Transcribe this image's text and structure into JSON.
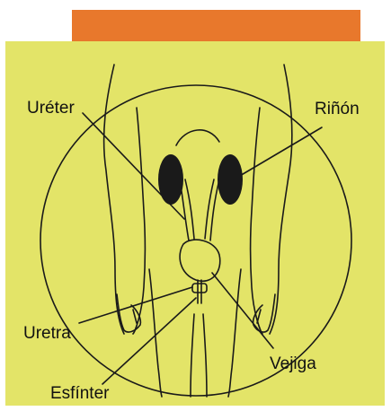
{
  "colors": {
    "top_bar": "#e8782c",
    "panel": "#e3e468",
    "ink": "#1a1a1a",
    "kidney": "#1a1a1a"
  },
  "labels": {
    "ureter": "Uréter",
    "kidney": "Riñón",
    "urethra": "Uretra",
    "bladder": "Vejiga",
    "sphincter": "Esfínter"
  }
}
